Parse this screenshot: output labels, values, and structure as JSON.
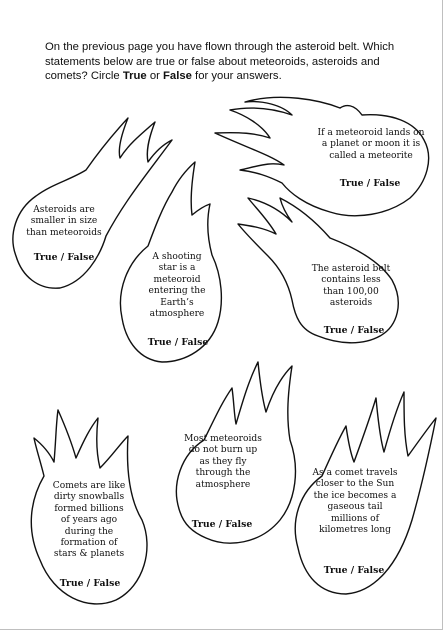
{
  "instructions": {
    "line1": "On the previous page you have flown through the asteroid belt. Which statements below are true or false about meteoroids, asteroids and comets?  Circle ",
    "true_word": "True",
    "or_word": " or ",
    "false_word": "False",
    "line_end": " for your answers."
  },
  "answer_label": "True / False",
  "statements": [
    {
      "id": "meteorite",
      "text": "If a meteoroid lands on a planet or moon it is called a meteorite"
    },
    {
      "id": "asteroids-size",
      "text": "Asteroids are smaller in size than meteoroids"
    },
    {
      "id": "shooting-star",
      "text": "A shooting star is a meteoroid entering the Earth’s atmosphere"
    },
    {
      "id": "asteroid-belt",
      "text": "The asteroid belt contains less than 100,00 asteroids"
    },
    {
      "id": "burn-up",
      "text": "Most meteoroids do not burn up as they fly through the atmosphere"
    },
    {
      "id": "snowballs",
      "text": "Comets are like dirty snowballs formed billions of years ago during the formation of stars & planets"
    },
    {
      "id": "gaseous-tail",
      "text": "As a comet travels closer to the Sun the ice becomes a gaseous tail millions of kilometres long"
    }
  ]
}
